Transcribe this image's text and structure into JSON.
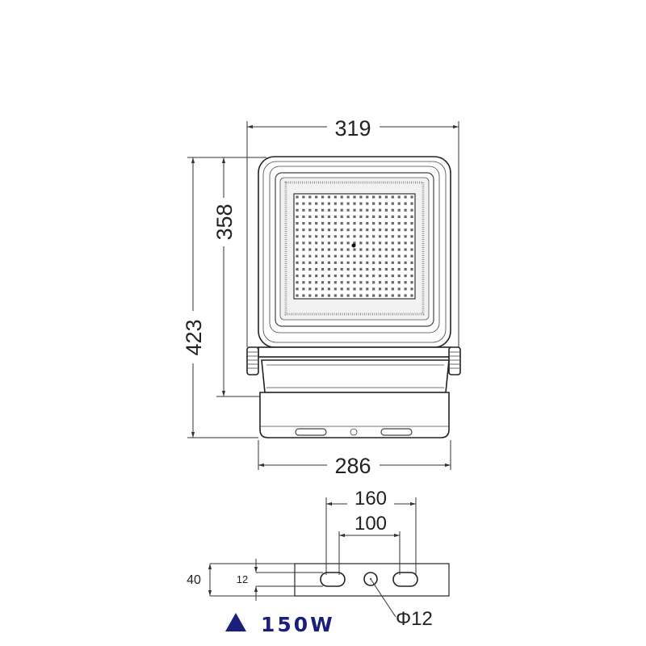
{
  "dimensions": {
    "top_width": "319",
    "inner_height": "358",
    "total_height": "423",
    "bottom_width": "286",
    "slot_outer": "160",
    "slot_inner": "100",
    "bracket_height": "40",
    "slot_height": "12",
    "hole_diameter": "Φ12"
  },
  "power_label": "150W",
  "colors": {
    "line": "#222222",
    "led": "#666666",
    "label": "#1a1f7a"
  },
  "icons": {
    "power_marker": "triangle-icon"
  }
}
